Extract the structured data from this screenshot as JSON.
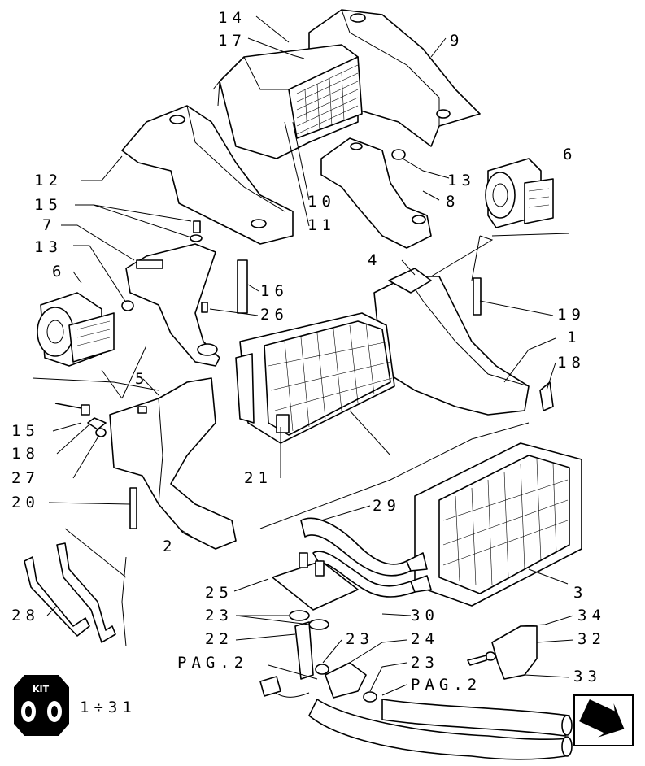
{
  "labels": {
    "l14": "14",
    "l17": "17",
    "l9": "9",
    "l12": "12",
    "l13a": "13",
    "l6a": "6",
    "l15a": "15",
    "l10": "10",
    "l8": "8",
    "l11": "11",
    "l7": "7",
    "l13b": "13",
    "l16": "16",
    "l4": "4",
    "l6b": "6",
    "l26": "26",
    "l19": "19",
    "l1": "1",
    "l18a": "18",
    "l5": "5",
    "l15b": "15",
    "l18b": "18",
    "l27": "27",
    "l21": "21",
    "l20": "20",
    "l29": "29",
    "l2": "2",
    "l25": "25",
    "l3": "3",
    "l28": "28",
    "l23a": "23",
    "l30": "30",
    "l34": "34",
    "l22": "22",
    "l23b": "23",
    "l24": "24",
    "l32": "32",
    "l23c": "23",
    "l33": "33",
    "pag_left": "PAG.2",
    "pag_right": "PAG.2",
    "l131": "1÷31"
  },
  "kit_badge": {
    "text": "KIT"
  },
  "nav": {
    "icon": "next-page-arrow-icon"
  }
}
